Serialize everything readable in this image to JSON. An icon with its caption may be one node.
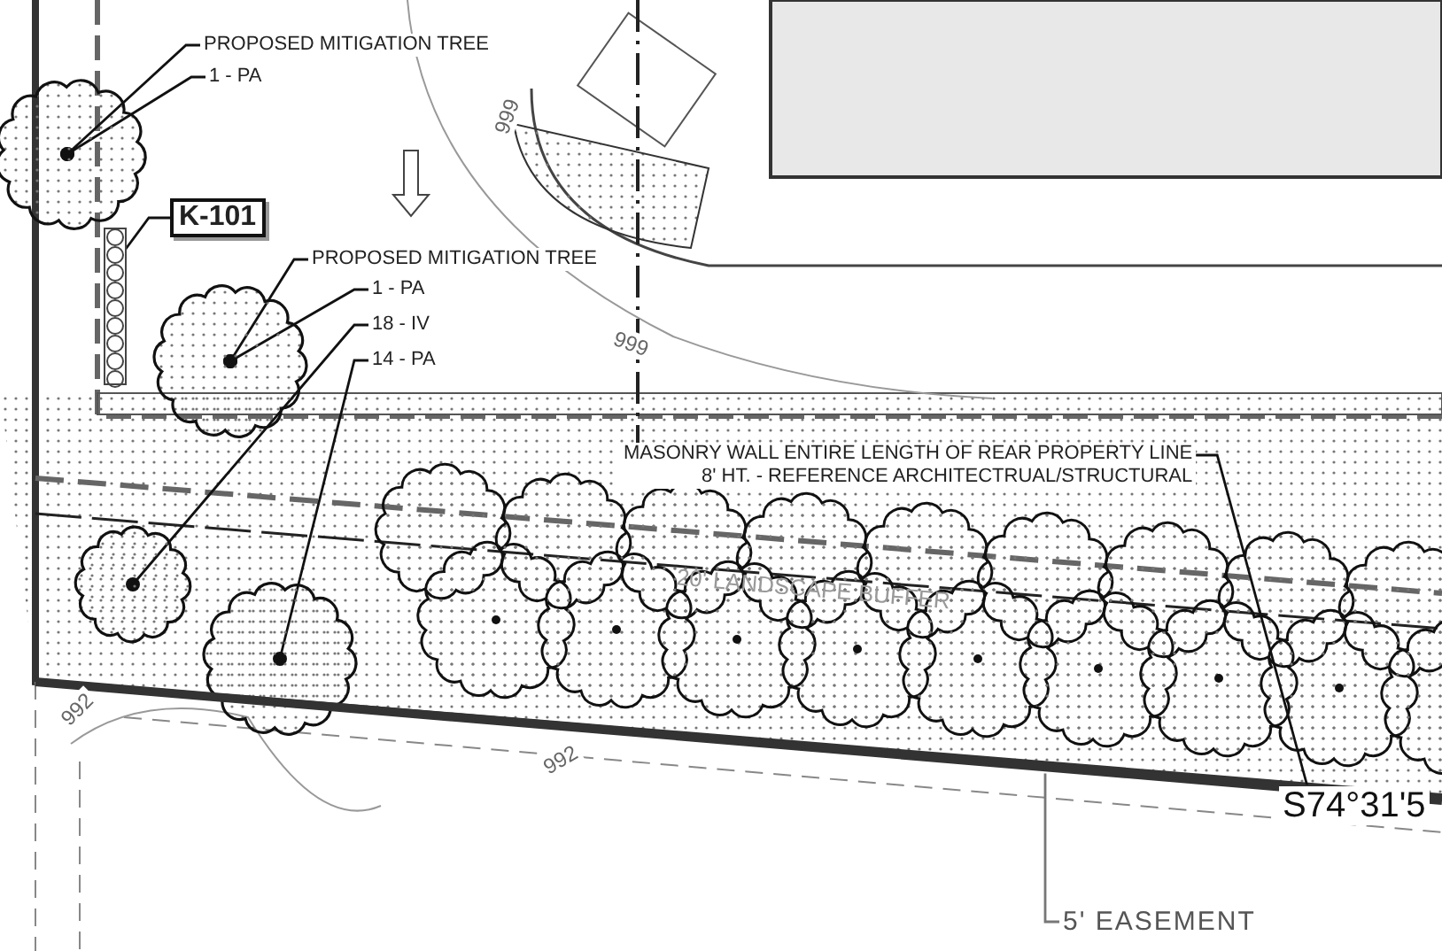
{
  "diagram": {
    "nodes": [
      {
        "text": [
          "PROPOSED MITIGATION TREE"
        ]
      },
      {
        "text": [
          "1 - PA"
        ]
      },
      {
        "text": [],
        "shape": "picture"
      },
      {
        "text": [
          "K-101"
        ]
      },
      {
        "text": [],
        "shape": "bar"
      },
      {
        "text": [
          "PROPOSED MITIGATION TREE"
        ]
      },
      {
        "text": [
          "1 - PA"
        ]
      },
      {
        "text": [
          "18 - IV"
        ]
      },
      {
        "text": [
          "14 - PA"
        ]
      },
      {
        "text": [],
        "shape": "picture"
      },
      {
        "text": [],
        "shape": "picture"
      },
      {
        "text": [],
        "shape": "picture"
      },
      {
        "text": [
          "MASONRY WALL ENTIRE LENGTH OF REAR PROPERTY LINE",
          "8' HT. - REFERENCE ARCHITECTRUAL/STRUCTURAL"
        ]
      },
      {
        "text": [],
        "shape": "bar"
      },
      {
        "text": [
          "5' EASEMENT"
        ]
      }
    ],
    "edges": [
      {
        "from": 0,
        "to": 2,
        "arrow": "other"
      },
      {
        "from": 1,
        "to": 2,
        "arrow": "other"
      },
      {
        "from": 3,
        "to": 4,
        "arrow": "none"
      },
      {
        "from": 5,
        "to": 9,
        "arrow": "other"
      },
      {
        "from": 6,
        "to": 9,
        "arrow": "other"
      },
      {
        "from": 7,
        "to": 10,
        "arrow": "other"
      },
      {
        "from": 8,
        "to": 11,
        "arrow": "other"
      },
      {
        "from": 12,
        "to": 13,
        "arrow": "none"
      },
      {
        "from": 14,
        "to": 13,
        "arrow": "none",
        "color": "#777777"
      }
    ],
    "labels": [
      "999",
      "999",
      "20' LANDSCAPE BUFFER",
      "992",
      "992",
      "S74°31'5"
    ]
  }
}
